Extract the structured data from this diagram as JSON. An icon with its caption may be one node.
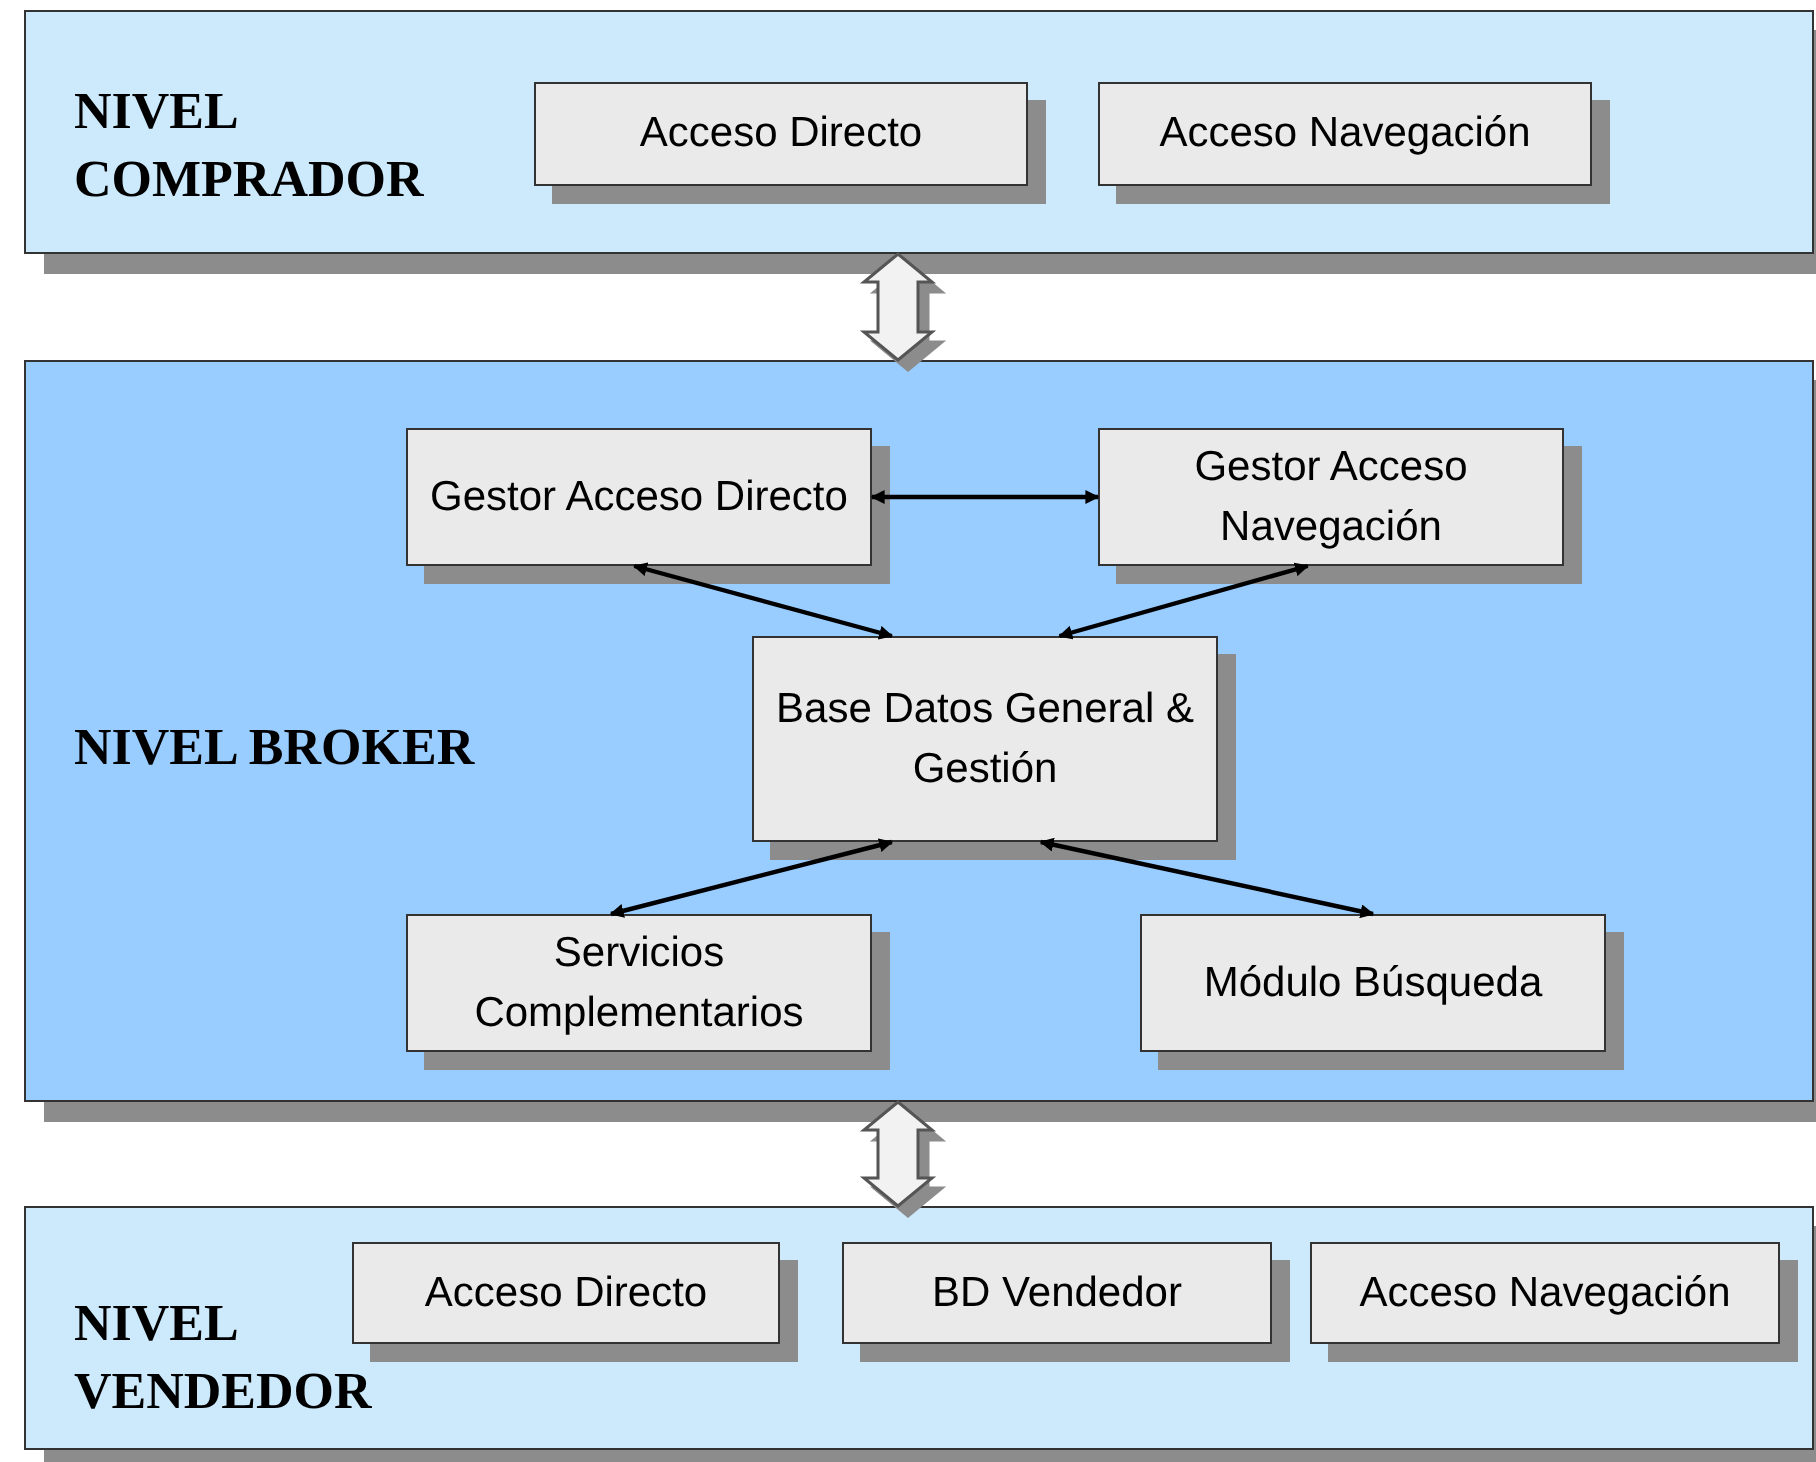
{
  "diagram": {
    "nodes": [
      {
        "text": [
          "NIVEL COMPRADOR"
        ]
      },
      {
        "text": [
          "Acceso Directo"
        ],
        "in": 0
      },
      {
        "text": [
          "Acceso Navegación"
        ],
        "in": 0
      },
      {
        "text": [
          "NIVEL BROKER"
        ]
      },
      {
        "text": [
          "Gestor Acceso Directo"
        ],
        "in": 3
      },
      {
        "text": [
          "Gestor Acceso Navegación"
        ],
        "in": 3
      },
      {
        "text": [
          "Base Datos General & Gestión"
        ],
        "in": 3
      },
      {
        "text": [
          "Servicios Complementarios"
        ],
        "in": 3
      },
      {
        "text": [
          "Módulo Búsqueda"
        ],
        "in": 3
      },
      {
        "text": [
          "NIVEL VENDEDOR"
        ]
      },
      {
        "text": [
          "Acceso Directo"
        ],
        "in": 9
      },
      {
        "text": [
          "BD Vendedor"
        ],
        "in": 9
      },
      {
        "text": [
          "Acceso Navegación"
        ],
        "in": 9
      }
    ],
    "edges": [
      {
        "from": 0,
        "to": 3,
        "arrow": "both",
        "style": "thick"
      },
      {
        "from": 4,
        "to": 5,
        "arrow": "both"
      },
      {
        "from": 4,
        "to": 6,
        "arrow": "both"
      },
      {
        "from": 5,
        "to": 6,
        "arrow": "both"
      },
      {
        "from": 6,
        "to": 7,
        "arrow": "both"
      },
      {
        "from": 6,
        "to": 8,
        "arrow": "both"
      },
      {
        "from": 3,
        "to": 9,
        "arrow": "both",
        "style": "thick"
      }
    ]
  }
}
